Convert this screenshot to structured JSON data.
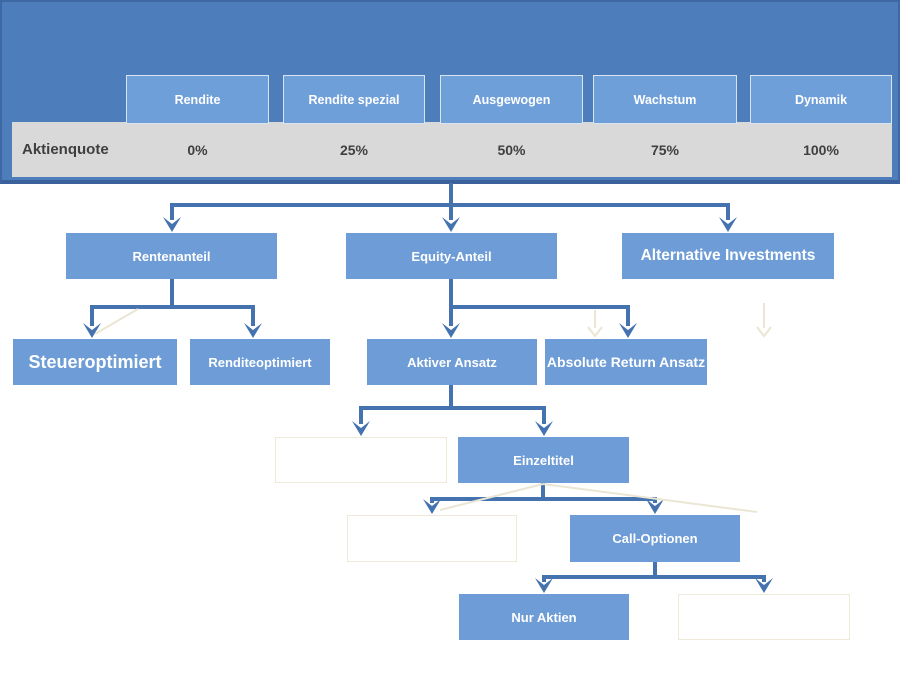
{
  "header": {
    "quota_label": "Aktienquote",
    "tabs": [
      {
        "label": "Rendite",
        "quota": "0%"
      },
      {
        "label": "Rendite spezial",
        "quota": "25%"
      },
      {
        "label": "Ausgewogen",
        "quota": "50%"
      },
      {
        "label": "Wachstum",
        "quota": "75%"
      },
      {
        "label": "Dynamik",
        "quota": "100%"
      }
    ]
  },
  "tree": {
    "nodes": {
      "rentenanteil": {
        "label": "Rentenanteil"
      },
      "equity": {
        "label": "Equity-Anteil"
      },
      "alternative": {
        "label": "Alternative Investments"
      },
      "steuer": {
        "label": "Steueroptimiert"
      },
      "renditeopt": {
        "label": "Renditeoptimiert"
      },
      "aktiv": {
        "label": "Aktiver Ansatz"
      },
      "absolute": {
        "label": "Absolute Return Ansatz"
      },
      "einzeltitel": {
        "label": "Einzeltitel"
      },
      "call": {
        "label": "Call-Optionen"
      },
      "nuraktien": {
        "label": "Nur Aktien"
      }
    }
  },
  "colors": {
    "panel_blue": "#4d7ebb",
    "panel_border": "#3a619c",
    "box_blue": "#6d9cd6",
    "button_blue": "#6f9fd9",
    "connector_blue": "#4573b0",
    "quota_bar_gray": "#d9d9d9",
    "quota_text": "#3f3f3f",
    "ghost_line": "#ebe5d3"
  }
}
